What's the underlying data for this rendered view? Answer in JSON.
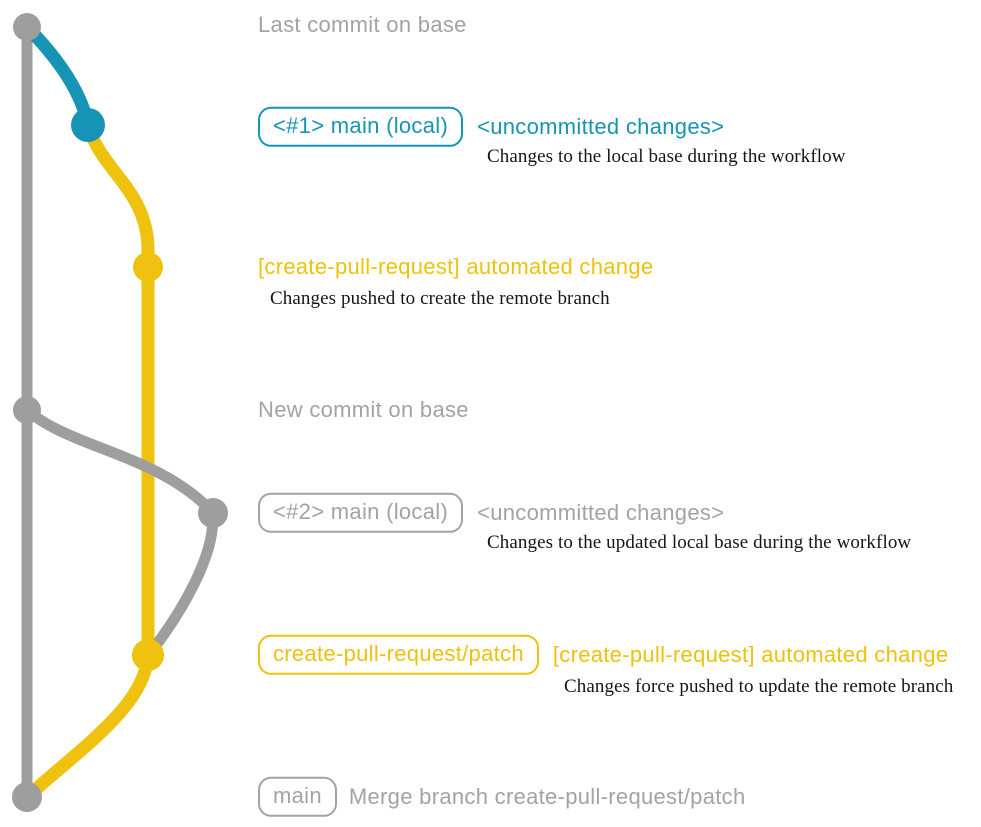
{
  "colors": {
    "branch_gray": "#9e9e9e",
    "branch_blue": "#1794b5",
    "branch_yellow": "#eec20e",
    "text_gray": "#a3a3a3",
    "text_blue": "#1794b5",
    "text_yellow": "#eec10d",
    "text_black": "#151515"
  },
  "graph": {
    "branches": [
      {
        "name": "base",
        "color": "#9e9e9e"
      },
      {
        "name": "main (local)",
        "color": "#1794b5"
      },
      {
        "name": "create-pull-request/patch",
        "color": "#eec20e"
      }
    ],
    "commit_dots": [
      {
        "id": "last-commit-on-base",
        "color": "#9e9e9e"
      },
      {
        "id": "local-main-uncommitted-1",
        "color": "#1794b5"
      },
      {
        "id": "automated-change-push",
        "color": "#eec20e"
      },
      {
        "id": "new-commit-on-base",
        "color": "#9e9e9e"
      },
      {
        "id": "local-main-uncommitted-2",
        "color": "#9e9e9e"
      },
      {
        "id": "automated-change-force-push",
        "color": "#eec20e"
      },
      {
        "id": "merge-commit",
        "color": "#9e9e9e"
      }
    ]
  },
  "rows": {
    "last_commit": {
      "label": "Last commit on base"
    },
    "commit1": {
      "branch_tag": "<#1> main (local)",
      "message": "<uncommitted changes>",
      "description": "Changes to the local base during the workflow"
    },
    "commit2": {
      "message": "[create-pull-request] automated change",
      "description": "Changes pushed to create the remote branch"
    },
    "new_commit": {
      "label": "New commit on base"
    },
    "commit3": {
      "branch_tag": "<#2> main (local)",
      "message": "<uncommitted changes>",
      "description": "Changes to the updated local base during the workflow"
    },
    "commit4": {
      "branch_tag": "create-pull-request/patch",
      "message": "[create-pull-request] automated change",
      "description": "Changes force pushed to update the remote branch"
    },
    "merge_commit": {
      "branch_tag": "main",
      "message": "Merge branch create-pull-request/patch"
    }
  }
}
